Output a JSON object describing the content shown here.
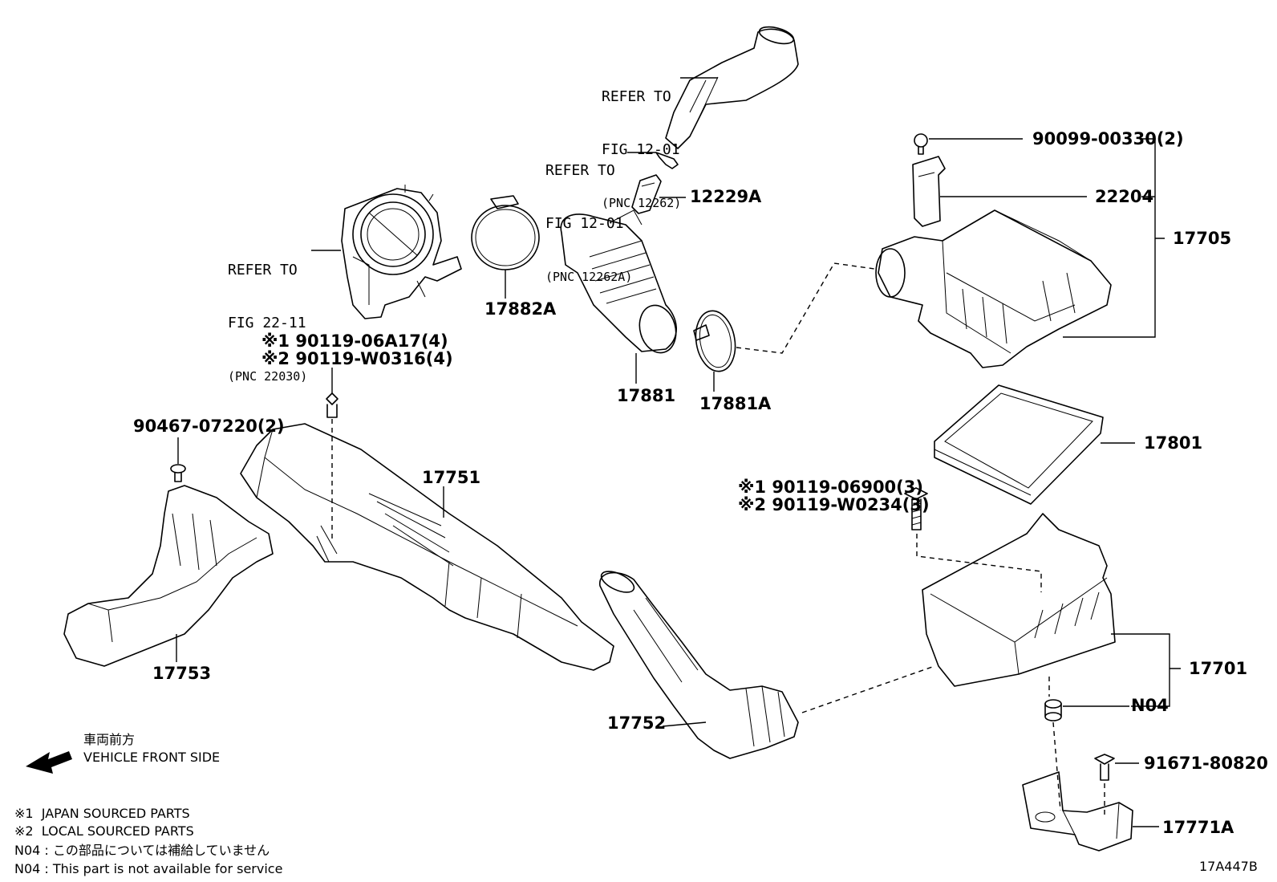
{
  "refer_notes": {
    "hose_upper": {
      "line1": "REFER TO",
      "line2": "FIG 12-01",
      "line3": "(PNC 12262)"
    },
    "hose_clip": {
      "line1": "REFER TO",
      "line2": "FIG 12-01",
      "line3": "(PNC 12262A)"
    },
    "throttle": {
      "line1": "REFER TO",
      "line2": "FIG 22-11",
      "line3": "(PNC 22030)"
    }
  },
  "part_numbers": {
    "p12229A": "12229A",
    "p17882A": "17882A",
    "p17881": "17881",
    "p17881A": "17881A",
    "p90099": "90099-00330(2)",
    "p22204": "22204",
    "p17705": "17705",
    "p17801": "17801",
    "bolt_a_1": "※1 90119-06A17(4)",
    "bolt_a_2": "※2 90119-W0316(4)",
    "p90467": "90467-07220(2)",
    "p17751": "17751",
    "p17753": "17753",
    "bolt_b_1": "※1 90119-06900(3)",
    "bolt_b_2": "※2 90119-W0234(3)",
    "p17701": "17701",
    "pN04": "N04",
    "p17752": "17752",
    "p91671": "91671-80820",
    "p17771A": "17771A"
  },
  "direction": {
    "jp": "車両前方",
    "en": "VEHICLE FRONT SIDE"
  },
  "legend": {
    "l1": "※1  JAPAN SOURCED PARTS",
    "l2": "※2  LOCAL SOURCED PARTS",
    "l3": "N04 : この部品については補給していません",
    "l4": "N04 : This part is not available for service"
  },
  "figure_id": "17A447B"
}
